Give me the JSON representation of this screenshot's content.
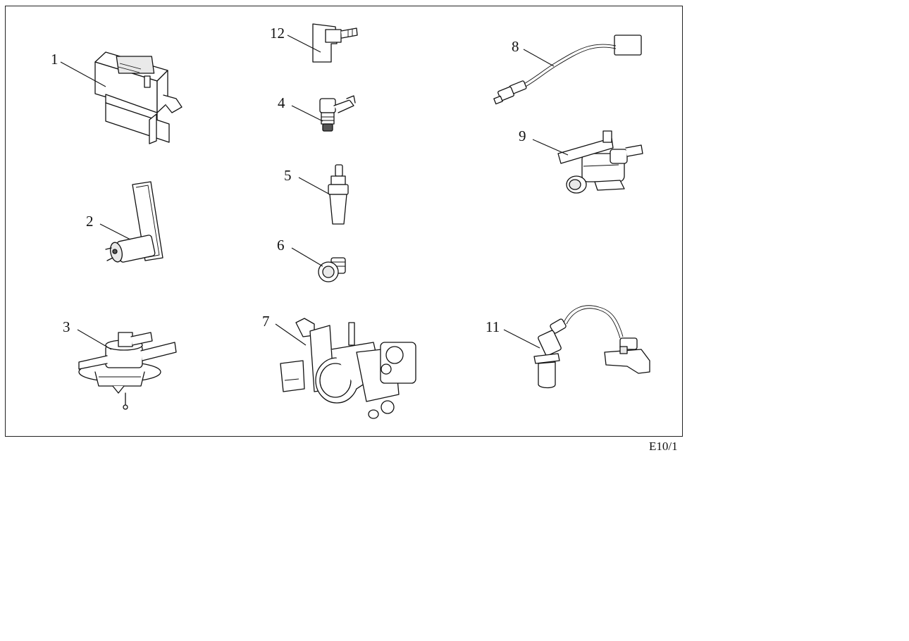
{
  "parts": [
    {
      "label": "1",
      "icon": "control-unit-icon"
    },
    {
      "label": "2",
      "icon": "fuel-pump-icon"
    },
    {
      "label": "3",
      "icon": "pressure-regulator-icon"
    },
    {
      "label": "4",
      "icon": "injector-icon"
    },
    {
      "label": "5",
      "icon": "temperature-sensor-icon"
    },
    {
      "label": "6",
      "icon": "temperature-switch-icon"
    },
    {
      "label": "7",
      "icon": "throttle-body-icon"
    },
    {
      "label": "8",
      "icon": "oxygen-sensor-icon"
    },
    {
      "label": "9",
      "icon": "valve-icon"
    },
    {
      "label": "11",
      "icon": "crankshaft-sensor-icon"
    },
    {
      "label": "12",
      "icon": "sensor-bracket-icon"
    }
  ],
  "figure_code": "E10/1"
}
